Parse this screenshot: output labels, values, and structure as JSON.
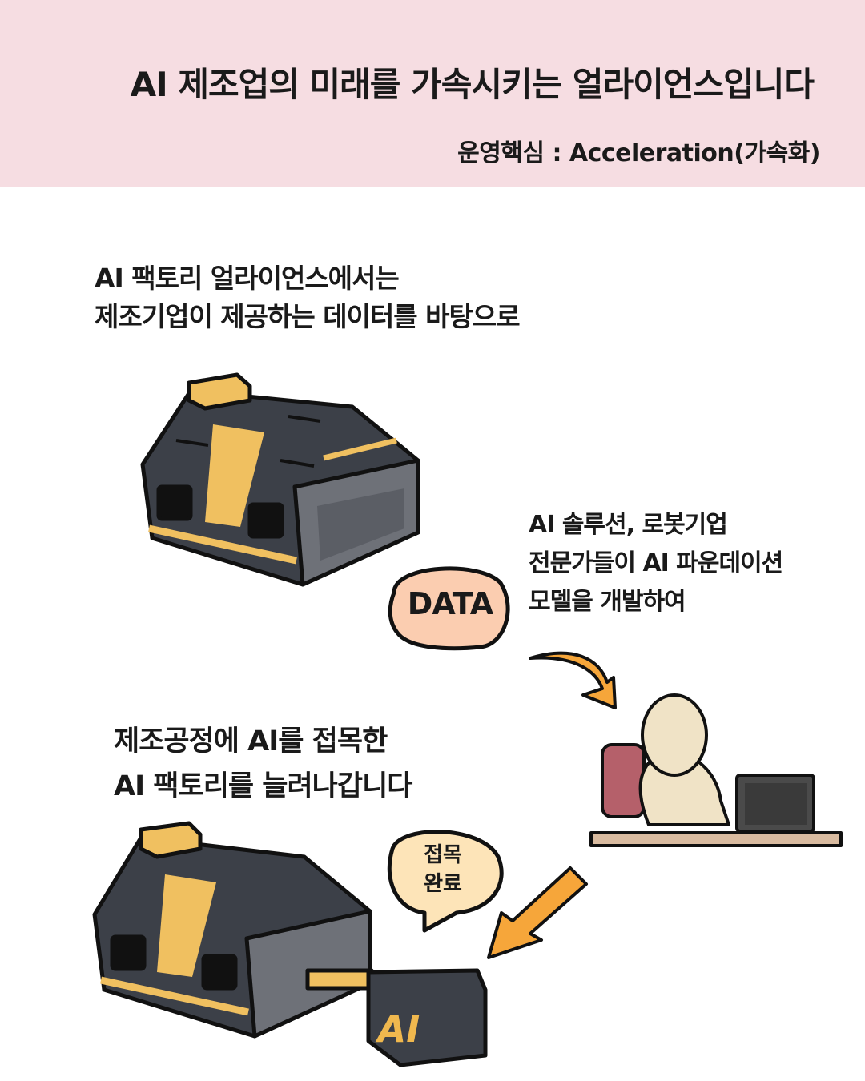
{
  "header": {
    "title": "AI 제조업의 미래를 가속시키는 얼라이언스입니다",
    "subtitle": "운영핵심 : Acceleration(가속화)"
  },
  "captions": {
    "data_intro": [
      "AI 팩토리 얼라이언스에서는",
      "제조기업이 제공하는 데이터를 바탕으로"
    ],
    "experts": [
      "AI 솔루션, 로봇기업",
      "전문가들이 AI 파운데이션",
      "모델을 개발하여"
    ],
    "factory": [
      "제조공정에 AI를 접목한",
      "AI 팩토리를 늘려나갑니다"
    ]
  },
  "bubbles": {
    "data": "DATA",
    "done": [
      "접목",
      "완료"
    ]
  },
  "ai_module_label": "AI",
  "colors": {
    "header_bg": "#f6dde2",
    "factory_body": "#3c4048",
    "factory_side": "#6e7178",
    "accent_yellow": "#f0c060",
    "data_bubble": "#fbcdb0",
    "done_bubble": "#fde4b8",
    "arrow": "#f6a63a",
    "person": "#f0e3c6",
    "chair": "#b5606a",
    "desk": "#d9bba0"
  }
}
